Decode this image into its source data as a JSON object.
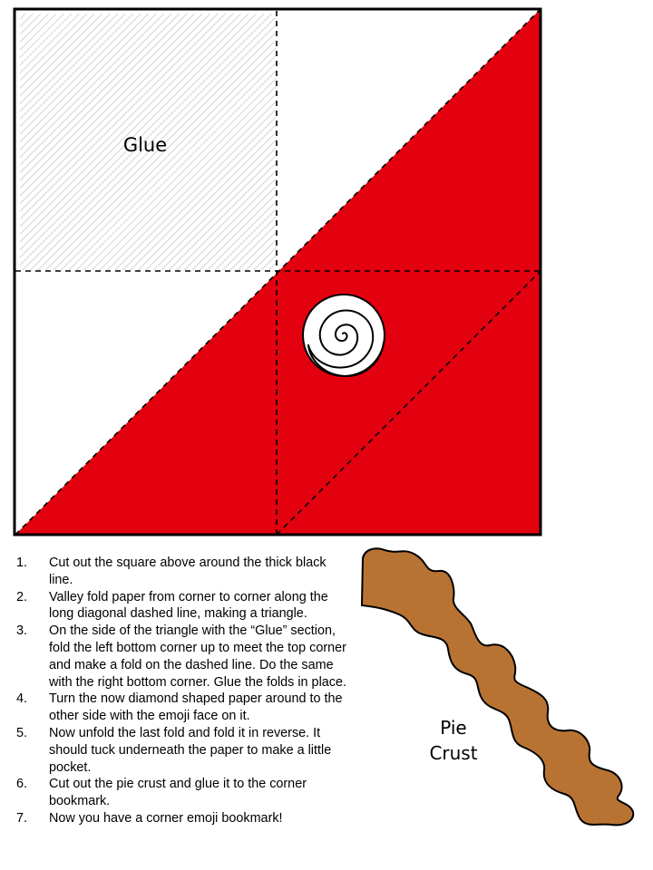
{
  "labels": {
    "glue": "Glue",
    "pie_crust_line1": "Pie",
    "pie_crust_line2": "Crust"
  },
  "instructions": [
    {
      "number": "1.",
      "text": "Cut out the square above around the thick black line."
    },
    {
      "number": "2.",
      "text": "Valley fold paper from corner to corner along the long diagonal dashed line, making a triangle."
    },
    {
      "number": "3.",
      "text": "On the side of the triangle with the “Glue” section, fold the left bottom corner up to meet the top corner and make a fold on the dashed line. Do the same with the right bottom corner. Glue the folds in place."
    },
    {
      "number": "4.",
      "text": "Turn the now diamond shaped paper around to the other side with the emoji face on it."
    },
    {
      "number": "5.",
      "text": "Now unfold the last fold and fold it in reverse. It should tuck underneath the paper to make a little pocket."
    },
    {
      "number": "6.",
      "text": "Cut out the pie crust and glue it to the corner bookmark."
    },
    {
      "number": "7.",
      "text": "Now you have a corner emoji bookmark!"
    }
  ],
  "colors": {
    "red": "#e3000f",
    "crust": "#b87333",
    "hatch": "#c8c8c8",
    "outline": "#000000"
  },
  "icons": {
    "swirl": "swirl-icon"
  }
}
